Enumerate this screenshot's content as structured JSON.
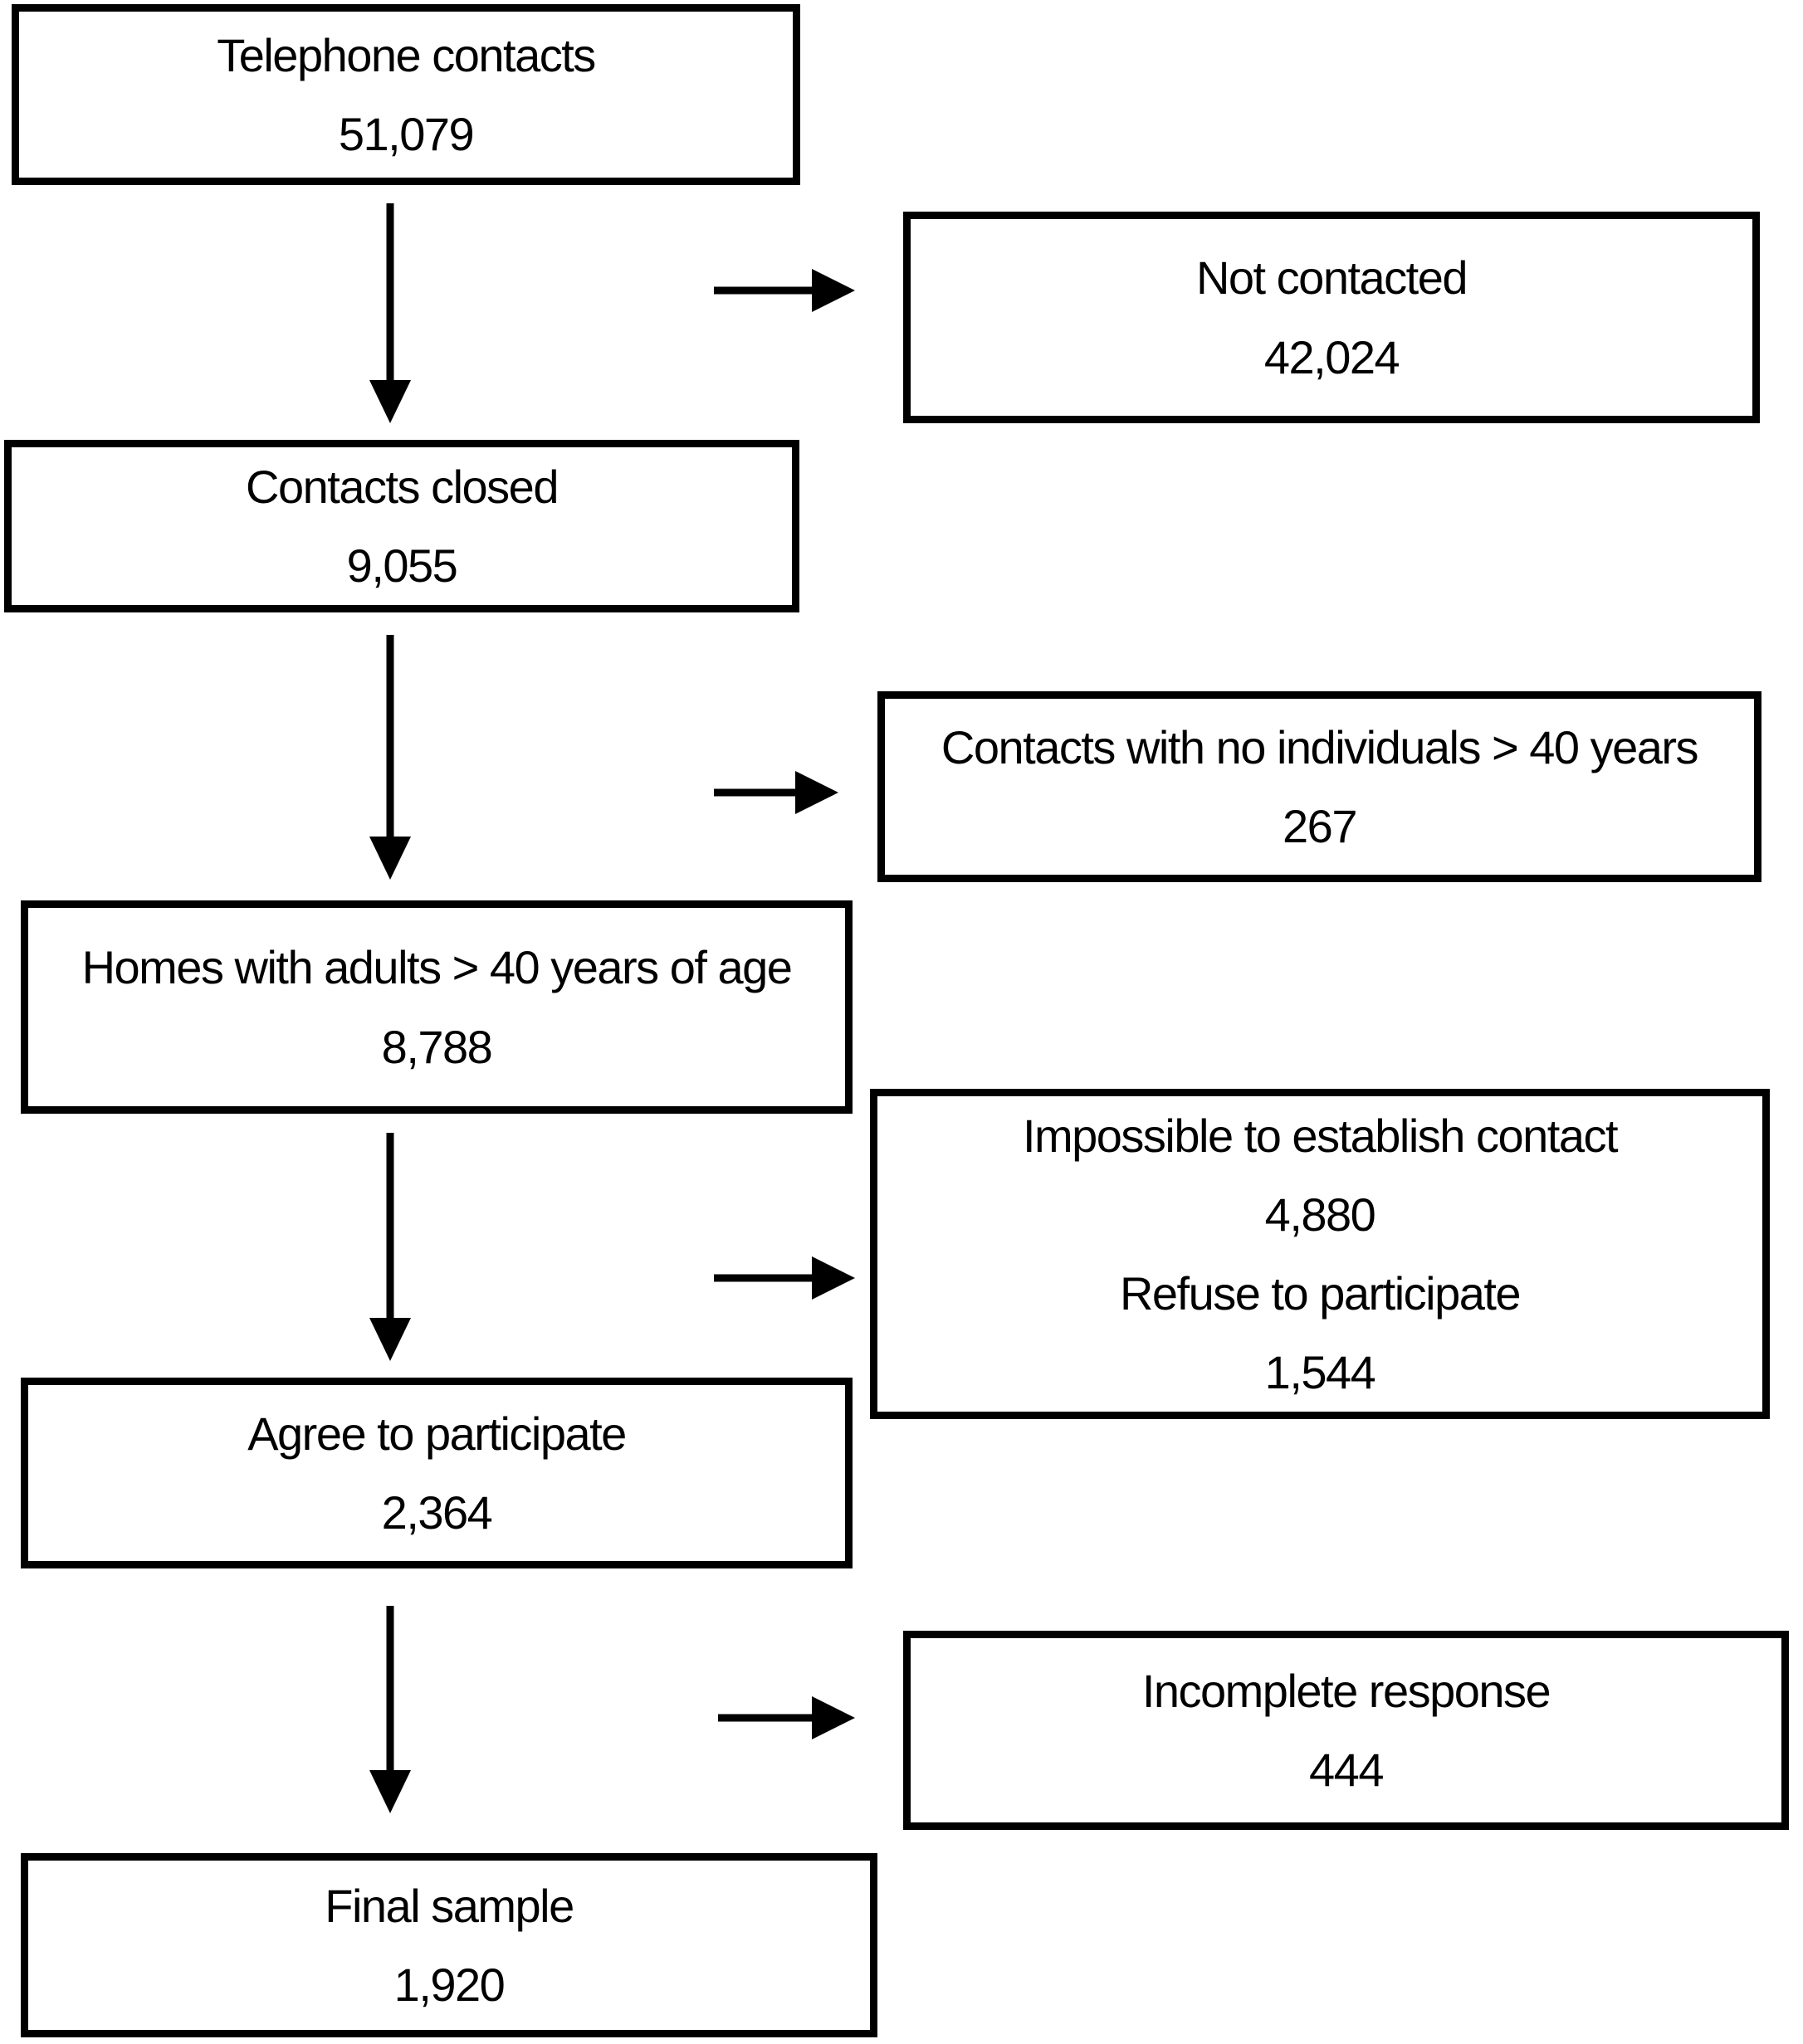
{
  "flow": {
    "left": [
      {
        "label": "Telephone contacts",
        "value": "51,079"
      },
      {
        "label": "Contacts closed",
        "value": "9,055"
      },
      {
        "label": "Homes with adults > 40 years of age",
        "value": "8,788"
      },
      {
        "label": "Agree to participate",
        "value": "2,364"
      },
      {
        "label": "Final sample",
        "value": "1,920"
      }
    ],
    "right": [
      {
        "line1": "Not contacted",
        "line2": "42,024"
      },
      {
        "line1": "Contacts with no individuals > 40 years",
        "line2": "267"
      },
      {
        "line1": "Impossible to establish contact",
        "line2": "4,880",
        "line3": "Refuse to participate",
        "line4": "1,544"
      },
      {
        "line1": "Incomplete response",
        "line2": "444"
      }
    ],
    "colors": {
      "border": "#000000",
      "text": "#000000",
      "background": "#ffffff"
    }
  }
}
